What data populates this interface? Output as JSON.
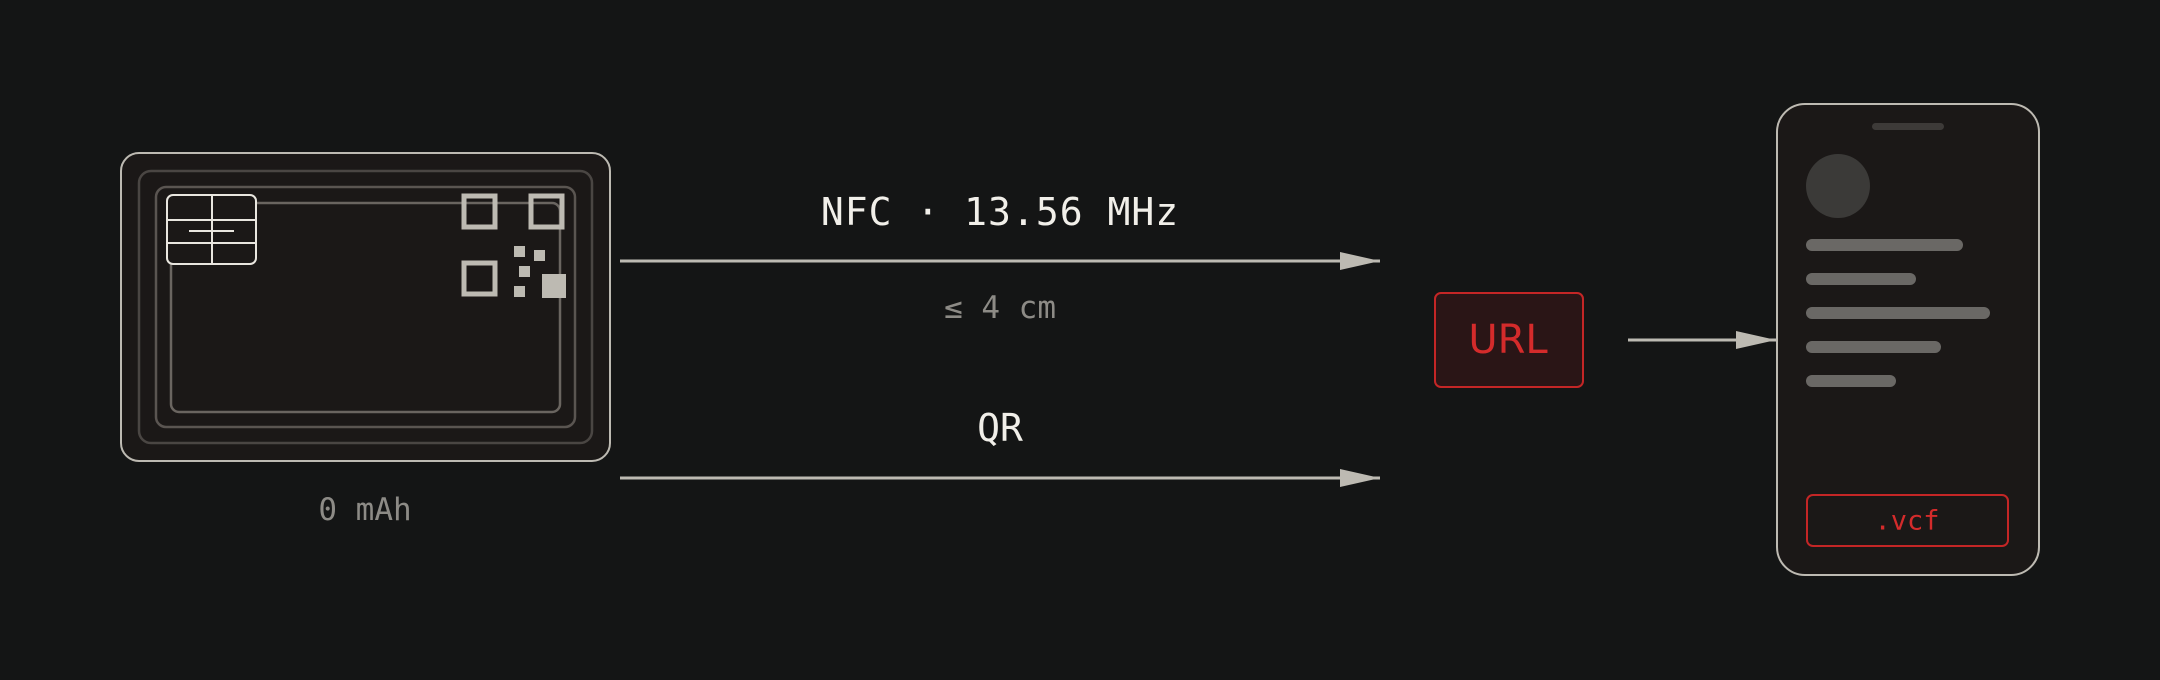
{
  "links": {
    "nfc": {
      "label": "NFC · 13.56 MHz",
      "range": "≤ 4 cm"
    },
    "qr": {
      "label": "QR"
    }
  },
  "card": {
    "battery": "0 mAh"
  },
  "url_box": {
    "label": "URL"
  },
  "phone": {
    "button": ".vcf"
  },
  "colors": {
    "background": "#141515",
    "stroke": "#bdbab2",
    "accent_red": "#d42b2b",
    "text": "#f1efe9",
    "muted_text": "#8d8b86"
  }
}
